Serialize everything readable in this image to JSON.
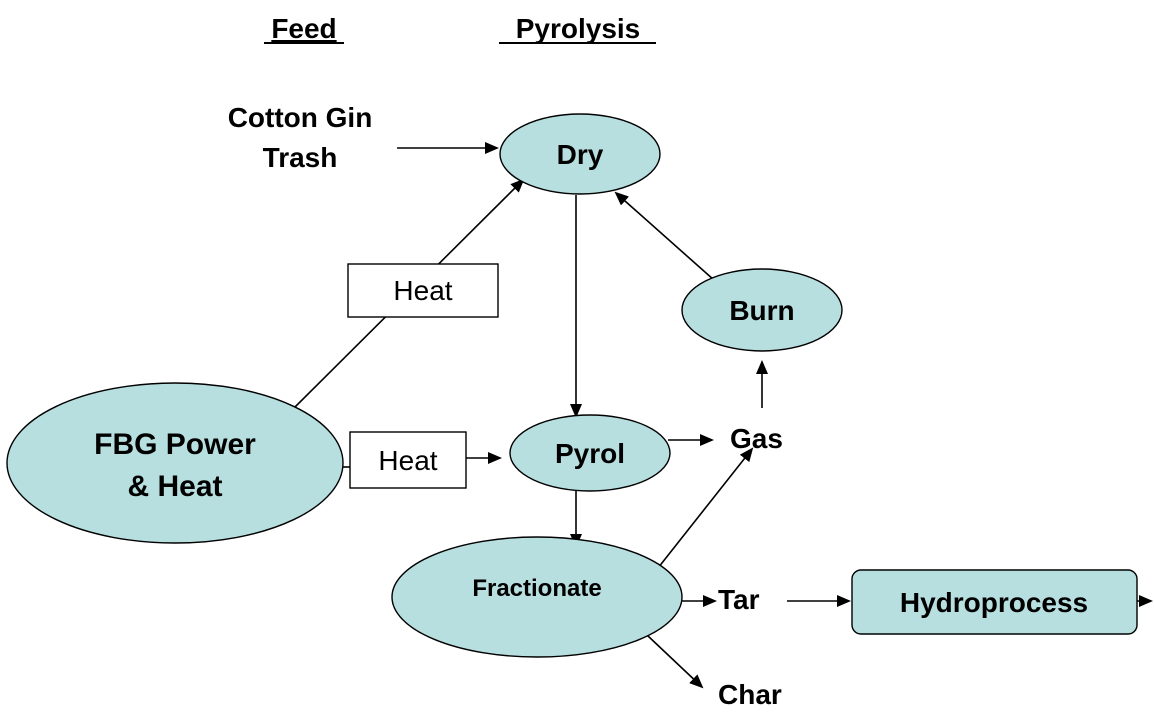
{
  "headers": {
    "feed": "Feed",
    "pyrolysis": "Pyrolysis"
  },
  "colors": {
    "node_fill": "#b7dfe0",
    "stroke": "#000000",
    "background": "#ffffff"
  },
  "nodes": {
    "dry": "Dry",
    "burn": "Burn",
    "pyrol": "Pyrol",
    "fbg_line1": "FBG Power",
    "fbg_line2": "& Heat",
    "fractionate": "Fractionate",
    "hydroprocess": "Hydroprocess"
  },
  "labels": {
    "feed_line1": "Cotton Gin",
    "feed_line2": "Trash",
    "gas": "Gas",
    "tar": "Tar",
    "char": "Char"
  },
  "boxes": {
    "heat_upper": "Heat",
    "heat_lower": "Heat"
  }
}
